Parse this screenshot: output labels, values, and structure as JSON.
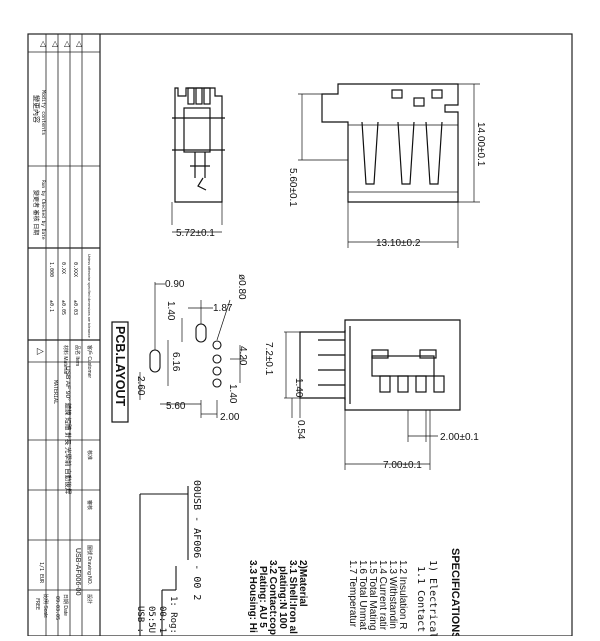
{
  "title_block": {
    "top_row_symbols": [
      "△",
      "△",
      "△",
      "△"
    ],
    "revision_hdr": "變更內容",
    "revision_hdr_sub": "Modify contents",
    "check_hdr": "變更者 審核 日期",
    "check_hdr_sub": "Run by Checked by Date",
    "rows": [
      "1.000",
      "0.XX",
      "0.XXX"
    ],
    "tolerances": [
      "±0.1",
      "±0.05",
      "±0.03"
    ],
    "unit_note": "Unless otherwise specified dimensions are tolerance",
    "customer_label": "客戶 Customer",
    "item_label": "品名 Item",
    "item_value": "USB AF 90° 鍍鎳 短體 針長 光學前 自動後焊",
    "material_label": "材料 Material",
    "material_value": "MATERIAL",
    "drawing_no_label": "圖號 Drawing NO.",
    "drawing_no_value": "USB-AF006-00",
    "scale_label": "比例 Scale",
    "scale_value": "FREE",
    "date_label": "日期 Date",
    "date_value": "09.03.05",
    "designed_label": "設計",
    "checked_label": "審核",
    "approved_label": "核准",
    "sheet_value": "1/1 EUR",
    "section_symbol": "△"
  },
  "dimensions": {
    "top_width": "5.72±0.1",
    "side_height": "5.60±0.1",
    "length": "13.10±0.2",
    "overall_height": "14.00±0.1",
    "pitch": "2.00±0.1",
    "span": "7.00±0.1",
    "pin_offset": "1.40",
    "pin_height": "7.2±0.1",
    "thickness": "0.54"
  },
  "pcb_layout": {
    "title": "PCB.LAYOUT",
    "d1": "0.90",
    "d2": "ø0.80",
    "d3": "1.87",
    "d4": "1.40",
    "d5": "6.16",
    "d6": "4.20",
    "d7": "1.40",
    "d8": "2.60",
    "d9": "5.60",
    "d10": "2.00"
  },
  "part_code": {
    "code": "00USB - AF006 - 00 2",
    "legend_1": "1: Rog:",
    "legend_2": "00: 1",
    "legend_3": "05:5U",
    "legend_4": "USB :"
  },
  "specifications": {
    "heading": "SPECIFICATIONS",
    "lines": [
      "1) Electrical:",
      "   1.1 Contact",
      "1.2 Insulation R",
      "1.3 Withstandin",
      "1.4 Current ratir",
      "1.5 Total Mating",
      "1.6 Total Unmat",
      "1.7 Temperatur",
      "2)Material",
      "3.1 Shell:Iron al",
      "   plating:N 100",
      "3.2 Contact:cop",
      "   Plating: AU 5",
      "3.3 Housing: Hi"
    ]
  }
}
